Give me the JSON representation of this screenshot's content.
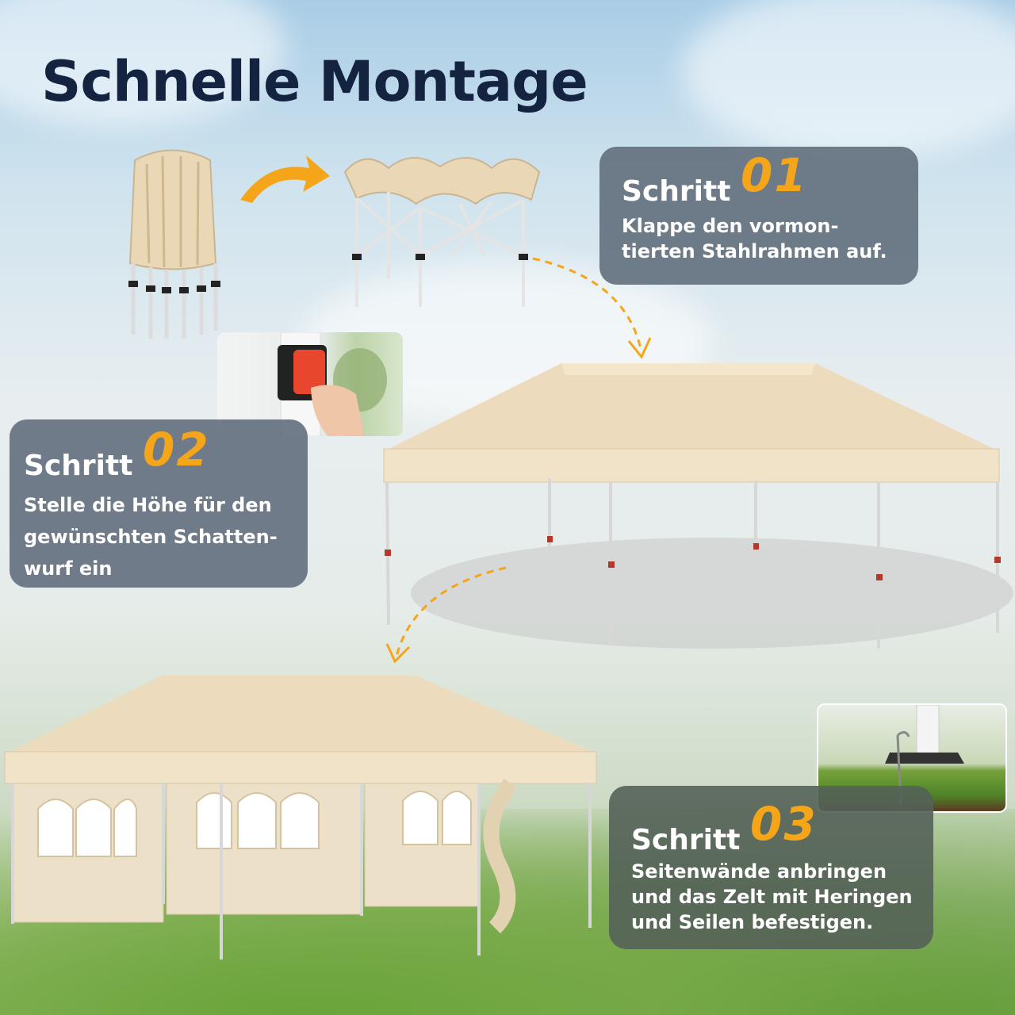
{
  "headline": "Schnelle Montage",
  "steps": [
    {
      "word": "Schritt",
      "number": "01",
      "lines": [
        "Klappe den vormon-",
        "tierten Stahlrahmen auf."
      ]
    },
    {
      "word": "Schritt",
      "number": "02",
      "lines": [
        "Stelle die Höhe für den",
        "gewünschten Schatten-",
        "wurf ein"
      ]
    },
    {
      "word": "Schritt",
      "number": "03",
      "lines": [
        "Seitenwände anbringen",
        "und das Zelt mit Heringen",
        "und Seilen befestigen."
      ]
    }
  ],
  "colors": {
    "headline": "#14233f",
    "accent": "#f5a51a",
    "card_gray": "#657280",
    "card_green": "#546258",
    "canopy": "#efe1c5"
  },
  "icons": [
    "folded-tent-icon",
    "curved-arrow-icon",
    "unfolded-frame-icon",
    "height-lock-button-photo",
    "ground-stake-photo"
  ]
}
